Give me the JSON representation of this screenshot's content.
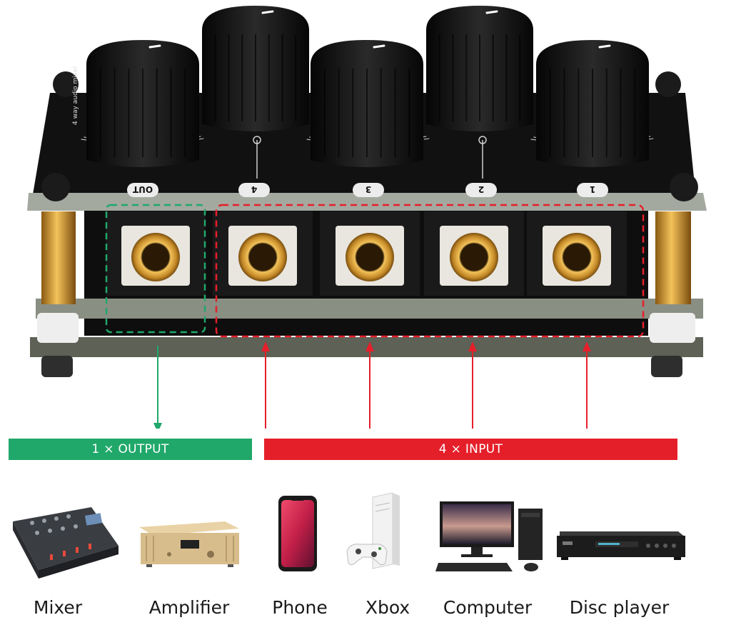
{
  "labels": {
    "output_banner": "1 × OUTPUT",
    "input_banner": "4 × INPUT"
  },
  "panel": {
    "knob_labels": [
      "OUT",
      "4",
      "3",
      "2",
      "1"
    ],
    "side_text": "4 way audio mixer"
  },
  "devices": [
    {
      "key": "mixer",
      "label": "Mixer",
      "icon": "mixer-icon"
    },
    {
      "key": "amplifier",
      "label": "Amplifier",
      "icon": "amplifier-icon"
    },
    {
      "key": "phone",
      "label": "Phone",
      "icon": "phone-icon"
    },
    {
      "key": "xbox",
      "label": "Xbox",
      "icon": "xbox-icon"
    },
    {
      "key": "computer",
      "label": "Computer",
      "icon": "computer-icon"
    },
    {
      "key": "disc_player",
      "label": "Disc player",
      "icon": "disc-player-icon"
    }
  ],
  "colors": {
    "output": "#20a86a",
    "input": "#e51f2a",
    "panel": "#121212",
    "jack_gold": "#c8952f"
  }
}
